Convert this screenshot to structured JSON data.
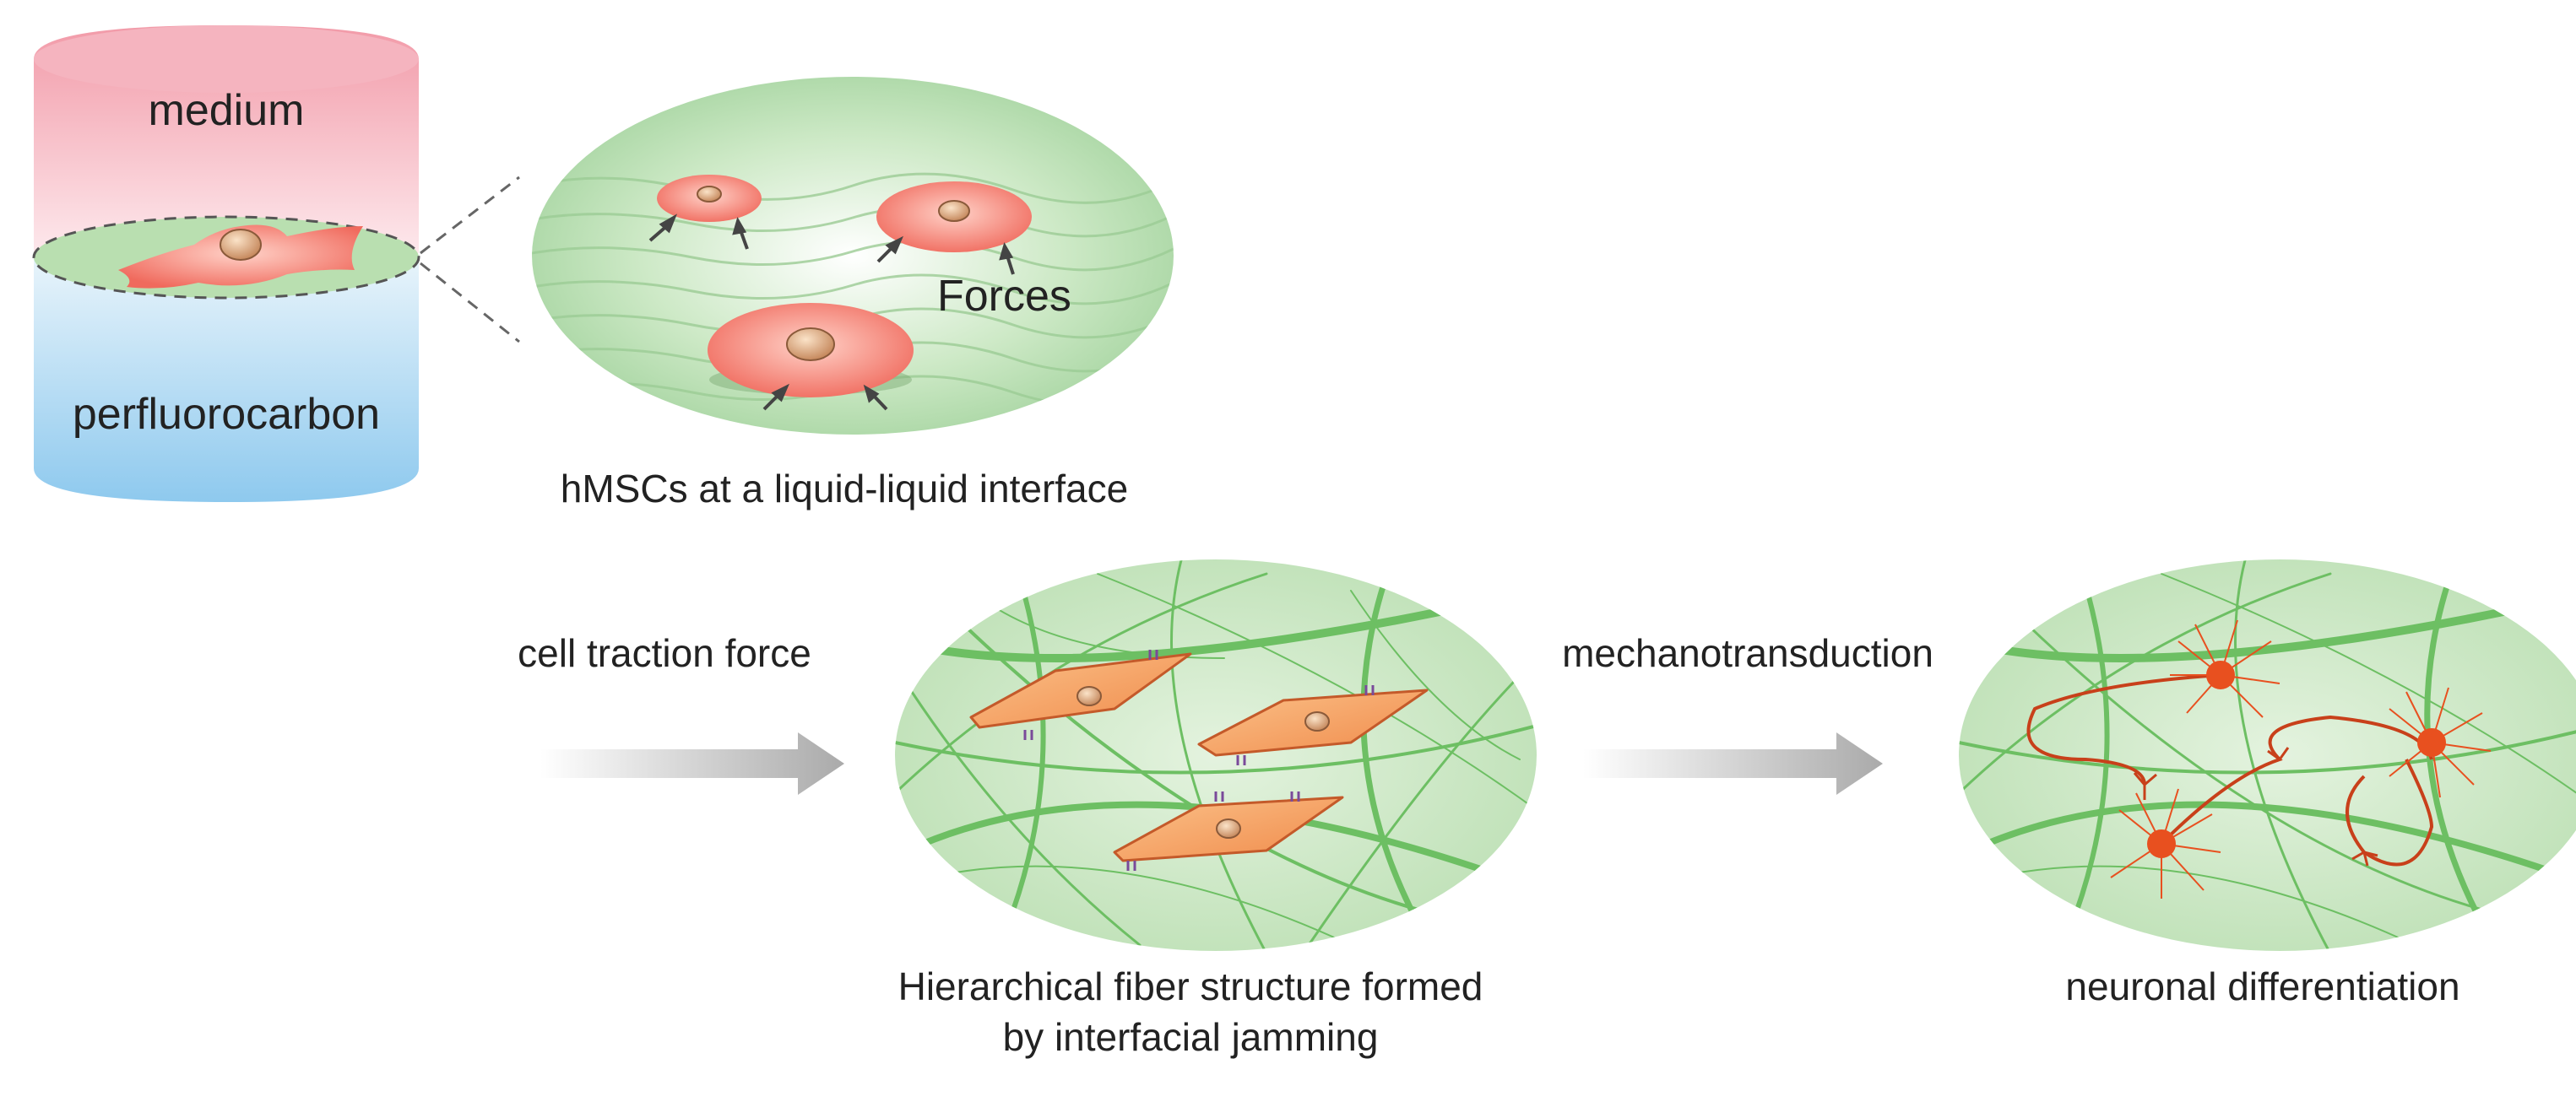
{
  "cylinder": {
    "top_label": "medium",
    "bottom_label": "perfluorocarbon",
    "top_color": "#f29aa8",
    "bottom_color": "#8ec9ee",
    "interface_color": "#b9dfb0"
  },
  "interface_panel": {
    "forces_label": "Forces",
    "caption": "hMSCs at a liquid-liquid interface"
  },
  "process": {
    "step1_label": "cell traction force",
    "step2_label": "mechanotransduction",
    "fiber_caption_line1": "Hierarchical fiber structure formed",
    "fiber_caption_line2": "by interfacial jamming",
    "neuron_caption": "neuronal differentiation"
  },
  "colors": {
    "cell": "#f3776a",
    "spread_cell": "#f7a45c",
    "neuron": "#e8501f",
    "fiber": "#6dbf63",
    "fiber_bg": "#cfe9c7",
    "arrow": "#b5b5b5"
  }
}
